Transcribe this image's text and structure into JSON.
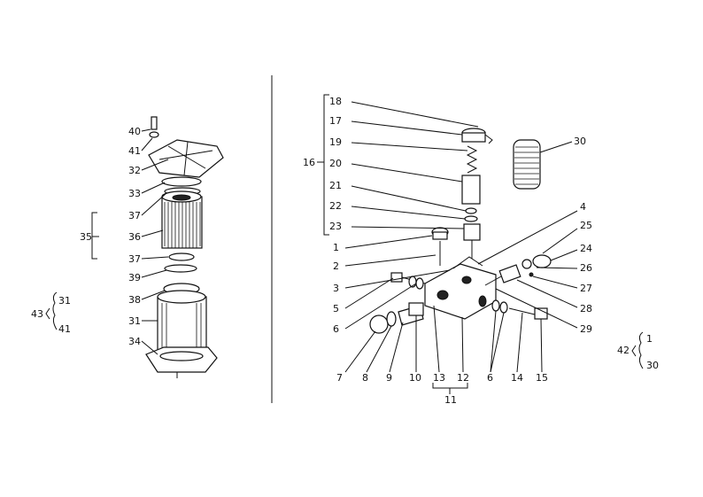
{
  "diagram": {
    "left_assembly": {
      "labels": [
        "40",
        "41",
        "32",
        "33",
        "37",
        "35",
        "36",
        "37",
        "39",
        "38",
        "31",
        "34"
      ],
      "legend_43": {
        "key": "43",
        "top": "31",
        "bottom": "41"
      }
    },
    "right_assembly": {
      "labels": [
        "18",
        "17",
        "19",
        "20",
        "21",
        "22",
        "23",
        "16",
        "30",
        "4",
        "25",
        "24",
        "26",
        "27",
        "28",
        "29",
        "1",
        "2",
        "3",
        "5",
        "6",
        "7",
        "8",
        "9",
        "10",
        "13",
        "12",
        "6",
        "14",
        "15",
        "11"
      ],
      "legend_42": {
        "key": "42",
        "top": "1",
        "bottom": "30"
      }
    }
  }
}
